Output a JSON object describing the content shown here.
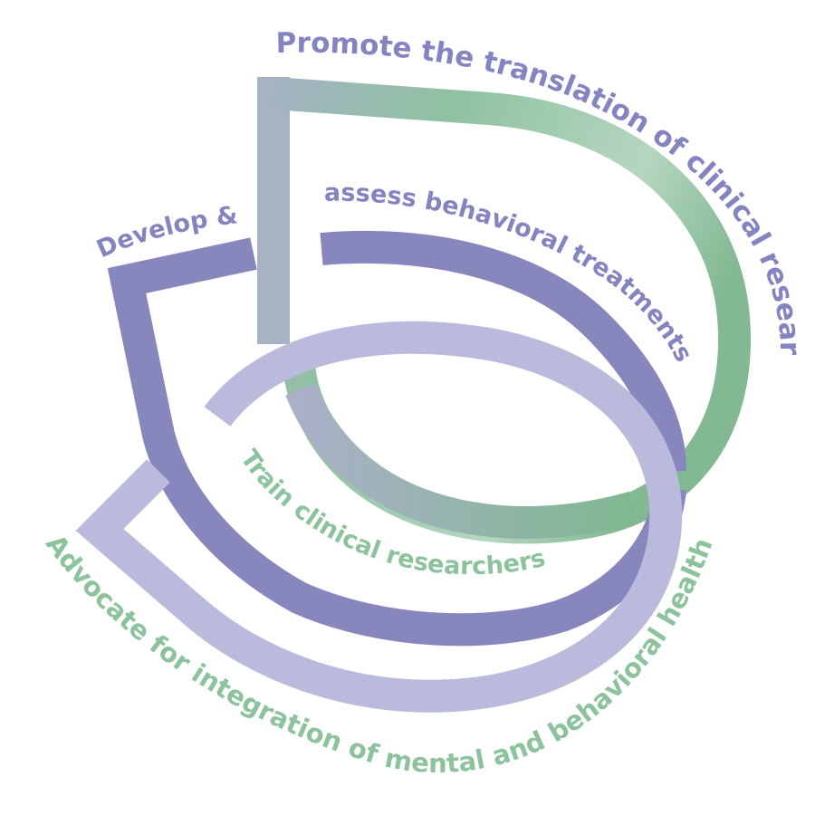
{
  "labels": {
    "promote": "Promote the translation of clinical research",
    "develop": "Develop &",
    "assess": "assess behavioral treatments",
    "train": "Train clinical researchers",
    "advocate": "Advocate for integration of mental and behavioral health"
  },
  "colors": {
    "green": "#8fc3a0",
    "green_dark": "#7cb58f",
    "slate": "#a6b1c3",
    "purple": "#8887bd",
    "lavender": "#babbdc",
    "text_purple": "#8485c0",
    "text_green": "#8cc39c"
  }
}
